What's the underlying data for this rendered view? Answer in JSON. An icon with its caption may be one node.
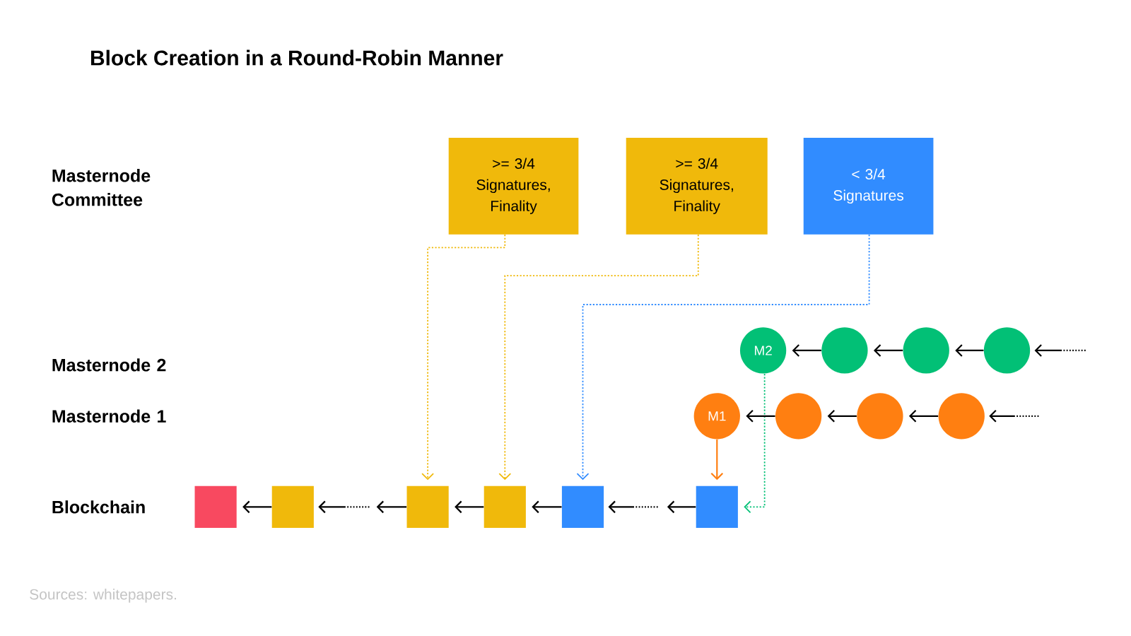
{
  "diagram": {
    "title": "Block Creation in a Round-Robin Manner",
    "caption": "Sources: whitepapers.",
    "nodes": [
      {
        "text": [
          ">= 3/4 Signatures, Finality"
        ]
      },
      {
        "text": [
          ">= 3/4 Signatures, Finality"
        ]
      },
      {
        "text": [
          "< 3/4 Signatures"
        ]
      },
      {
        "text": [
          "M2"
        ]
      },
      {
        "text": [],
        "shape": "circle"
      },
      {
        "text": [],
        "shape": "circle"
      },
      {
        "text": [],
        "shape": "circle"
      },
      {
        "text": [
          "M1"
        ]
      },
      {
        "text": [],
        "shape": "circle"
      },
      {
        "text": [],
        "shape": "circle"
      },
      {
        "text": [],
        "shape": "circle"
      },
      {
        "text": [],
        "shape": "box"
      },
      {
        "text": [],
        "shape": "box"
      },
      {
        "text": [],
        "shape": "box"
      },
      {
        "text": [],
        "shape": "box"
      },
      {
        "text": [],
        "shape": "box"
      },
      {
        "text": [],
        "shape": "box"
      }
    ],
    "edges": [
      {
        "from": 12,
        "to": 11,
        "arrow": "to"
      },
      {
        "from": null,
        "to": 12,
        "arrow": "to",
        "style": "dashed"
      },
      {
        "from": 13,
        "to": null,
        "arrow": "to"
      },
      {
        "from": 14,
        "to": 13,
        "arrow": "to"
      },
      {
        "from": 15,
        "to": 14,
        "arrow": "to"
      },
      {
        "from": null,
        "to": 15,
        "arrow": "to",
        "style": "dashed"
      },
      {
        "from": 16,
        "to": null,
        "arrow": "to"
      },
      {
        "from": 0,
        "to": 13,
        "arrow": "to",
        "style": "dashed",
        "color": "#f0b90b"
      },
      {
        "from": 1,
        "to": 14,
        "arrow": "to",
        "style": "dashed",
        "color": "#f0b90b"
      },
      {
        "from": 2,
        "to": 15,
        "arrow": "to",
        "style": "dashed",
        "color": "#318cff"
      },
      {
        "from": 3,
        "to": 16,
        "arrow": "to",
        "style": "dashed",
        "color": "#02c076"
      },
      {
        "from": 7,
        "to": 16,
        "arrow": "to",
        "color": "#ff7f11"
      },
      {
        "from": 4,
        "to": 3,
        "arrow": "to"
      },
      {
        "from": 5,
        "to": 4,
        "arrow": "to"
      },
      {
        "from": 6,
        "to": 5,
        "arrow": "to"
      },
      {
        "from": null,
        "to": 6,
        "arrow": "to",
        "style": "dashed"
      },
      {
        "from": 8,
        "to": 7,
        "arrow": "to"
      },
      {
        "from": 9,
        "to": 8,
        "arrow": "to"
      },
      {
        "from": 10,
        "to": 9,
        "arrow": "to"
      },
      {
        "from": null,
        "to": 10,
        "arrow": "to",
        "style": "dashed"
      }
    ],
    "labels": [
      "Masternode Committee",
      "Masternode 2",
      "Masternode 1",
      "Blockchain"
    ]
  }
}
